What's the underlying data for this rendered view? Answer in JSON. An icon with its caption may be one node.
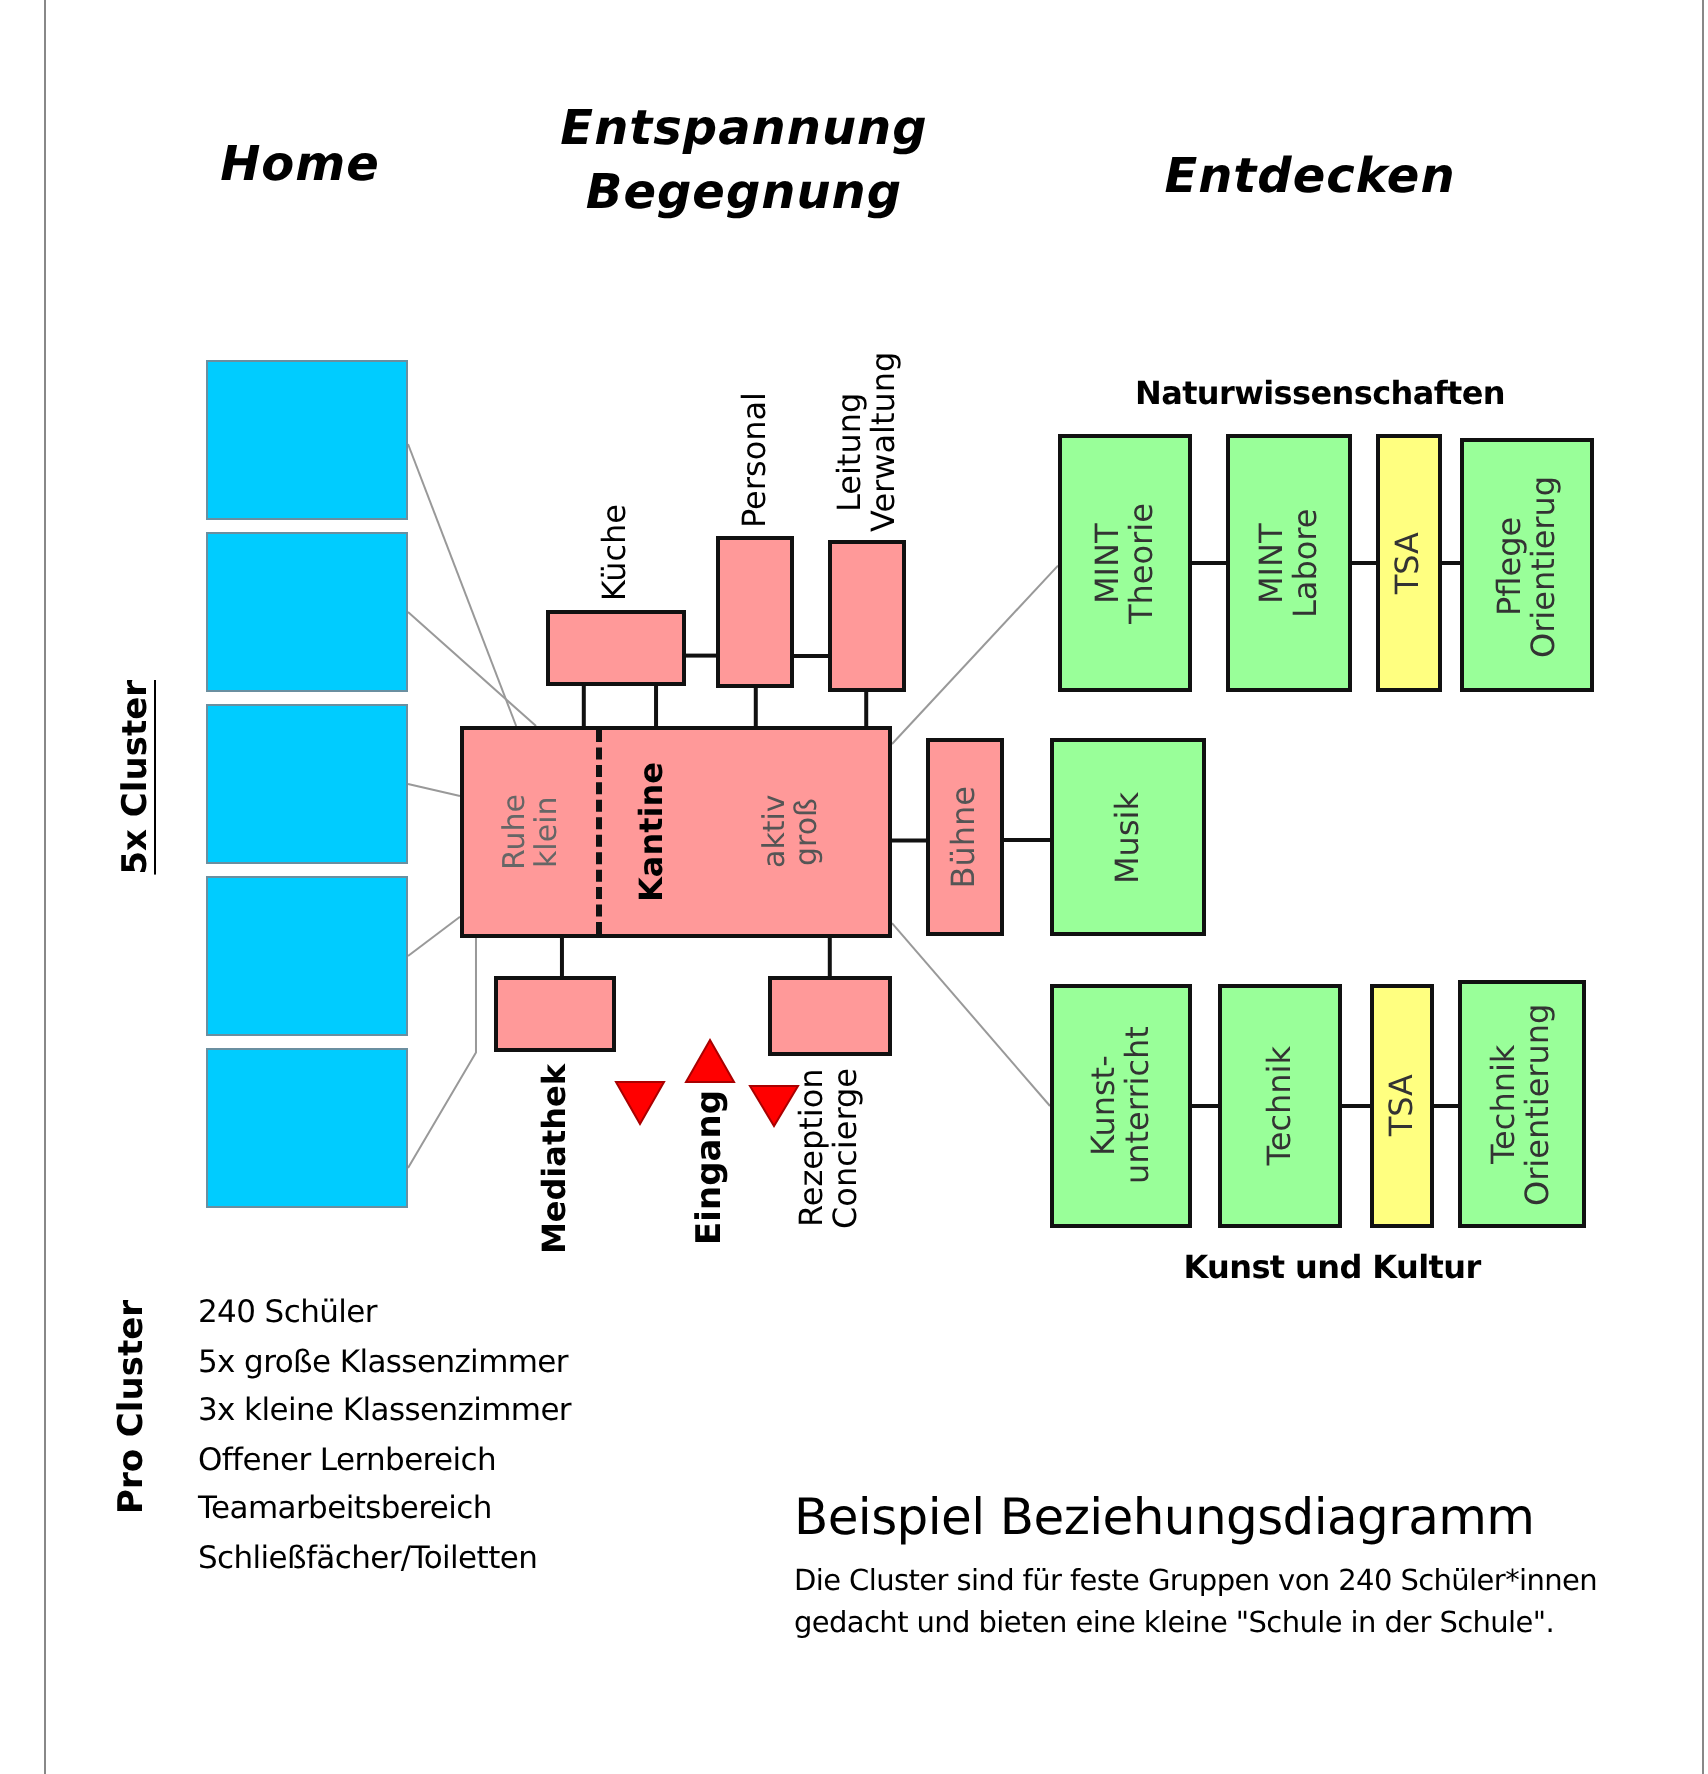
{
  "diagram": {
    "title": "Beispiel Beziehungsdiagramm",
    "caption": "Die Cluster sind für feste Gruppen von 240 Schüler*innen gedacht und bieten eine kleine \"Schule in der Schule\".",
    "nodes": [
      {
        "text": [],
        "shape": "box"
      },
      {
        "text": [],
        "shape": "box"
      },
      {
        "text": [],
        "shape": "box"
      },
      {
        "text": [],
        "shape": "box"
      },
      {
        "text": [],
        "shape": "box"
      },
      {
        "text": [
          "Ruhe klein",
          "Kantine",
          "aktiv groß"
        ]
      },
      {
        "text": [
          "Küche"
        ]
      },
      {
        "text": [
          "Personal"
        ]
      },
      {
        "text": [
          "Leitung Verwaltung"
        ]
      },
      {
        "text": [
          "Mediathek"
        ]
      },
      {
        "text": [
          "Rezeption Concierge"
        ]
      },
      {
        "text": [
          "Bühne"
        ]
      },
      {
        "text": [
          "Musik"
        ]
      },
      {
        "text": [
          "MINT Theorie"
        ]
      },
      {
        "text": [
          "MINT Labore"
        ]
      },
      {
        "text": [
          "TSA"
        ]
      },
      {
        "text": [
          "Pflege Orientierug"
        ]
      },
      {
        "text": [
          "Kunst- unterricht"
        ]
      },
      {
        "text": [
          "Technik"
        ]
      },
      {
        "text": [
          "TSA"
        ]
      },
      {
        "text": [
          "Technik Orientierung"
        ]
      }
    ],
    "edges": [
      {
        "from": 0,
        "to": 5,
        "arrow": "none",
        "color": "#999999"
      },
      {
        "from": 1,
        "to": 5,
        "arrow": "none",
        "color": "#999999"
      },
      {
        "from": 2,
        "to": 5,
        "arrow": "none",
        "color": "#999999"
      },
      {
        "from": 3,
        "to": 5,
        "arrow": "none",
        "color": "#999999"
      },
      {
        "from": 4,
        "to": 5,
        "arrow": "none",
        "color": "#999999"
      },
      {
        "from": 6,
        "to": 5,
        "arrow": "none"
      },
      {
        "from": 6,
        "to": 5,
        "arrow": "none"
      },
      {
        "from": 7,
        "to": 5,
        "arrow": "none"
      },
      {
        "from": 8,
        "to": 5,
        "arrow": "none"
      },
      {
        "from": 6,
        "to": 7,
        "arrow": "none"
      },
      {
        "from": 7,
        "to": 8,
        "arrow": "none"
      },
      {
        "from": 5,
        "to": 9,
        "arrow": "none"
      },
      {
        "from": 5,
        "to": 10,
        "arrow": "none"
      },
      {
        "from": 5,
        "to": 11,
        "arrow": "none"
      },
      {
        "from": 11,
        "to": 12,
        "arrow": "none"
      },
      {
        "from": 5,
        "to": 13,
        "arrow": "none",
        "color": "#999999"
      },
      {
        "from": 5,
        "to": 17,
        "arrow": "none",
        "color": "#999999"
      },
      {
        "from": 13,
        "to": 14,
        "arrow": "none"
      },
      {
        "from": 14,
        "to": 15,
        "arrow": "none"
      },
      {
        "from": 15,
        "to": 16,
        "arrow": "none"
      },
      {
        "from": 17,
        "to": 18,
        "arrow": "none"
      },
      {
        "from": 18,
        "to": 19,
        "arrow": "none"
      },
      {
        "from": 19,
        "to": 20,
        "arrow": "none"
      }
    ],
    "labels": [
      "Home",
      "Entspannung Begegnung",
      "Entdecken",
      "Naturwissenschaften",
      "5x Cluster",
      "Eingang",
      "Kunst und Kultur",
      "Pro Cluster",
      "240 Schüler",
      "5x große Klassenzimmer",
      "3x kleine Klassenzimmer",
      "Offener Lernbereich",
      "Teamarbeitsbereich",
      "Schließfächer/Toiletten"
    ]
  }
}
